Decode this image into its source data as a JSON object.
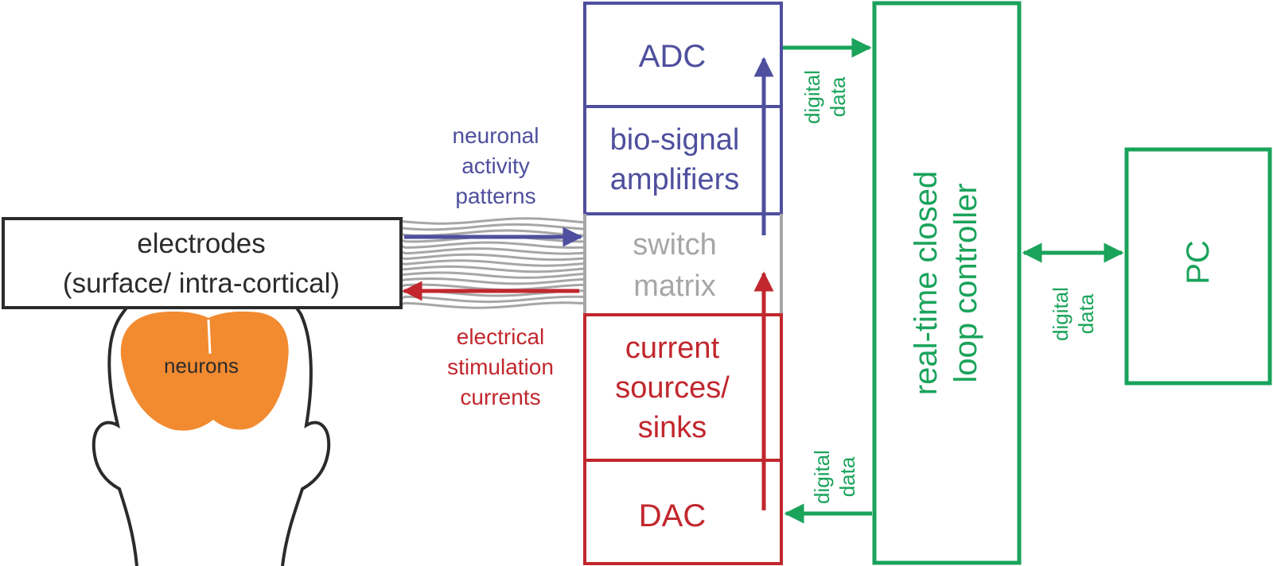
{
  "colors": {
    "blue": "#4e4f9e",
    "red": "#c1272d",
    "green": "#1aa35a",
    "gray": "#a6a6a6",
    "dark": "#2b2b2b",
    "orange": "#f28a30"
  },
  "electrodes": {
    "line1": "electrodes",
    "line2": "(surface/ intra-cortical)"
  },
  "brain": {
    "label": "neurons"
  },
  "recording": {
    "line1": "neuronal",
    "line2": "activity",
    "line3": "patterns"
  },
  "stimulation": {
    "line1": "electrical",
    "line2": "stimulation",
    "line3": "currents"
  },
  "stack": {
    "adc": "ADC",
    "amp_line1": "bio-signal",
    "amp_line2": "amplifiers",
    "switch_line1": "switch",
    "switch_line2": "matrix",
    "current_line1": "current",
    "current_line2": "sources/",
    "current_line3": "sinks",
    "dac": "DAC"
  },
  "digital_data": {
    "line1": "digital",
    "line2": "data"
  },
  "controller": {
    "line1": "real-time closed",
    "line2": "loop controller"
  },
  "pc": {
    "label": "PC"
  }
}
